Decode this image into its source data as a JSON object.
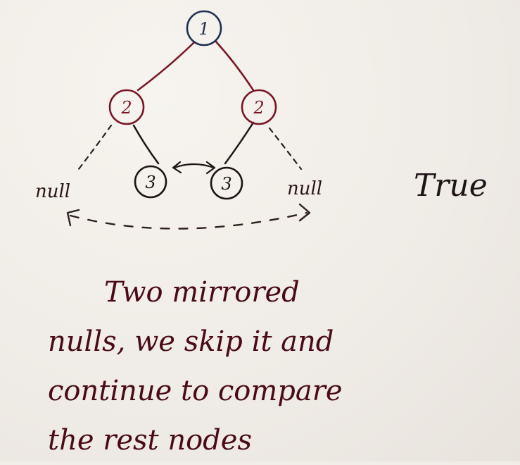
{
  "tree": {
    "root": {
      "label": "1"
    },
    "left_child": {
      "label": "2"
    },
    "right_child": {
      "label": "2"
    },
    "left_inner": {
      "label": "3"
    },
    "right_inner": {
      "label": "3"
    },
    "left_null": {
      "label": "null"
    },
    "right_null": {
      "label": "null"
    }
  },
  "result": "True",
  "note": {
    "line1": "Two mirrored",
    "line2": "nulls, we skip it and",
    "line3": "continue to compare",
    "line4": "the rest nodes"
  },
  "colors": {
    "root_ink": "#1f2f4f",
    "level2_ink": "#7a1424",
    "level3_ink": "#1e1416",
    "dashed_ink": "#2e2020",
    "note_ink": "#4a0a16"
  }
}
